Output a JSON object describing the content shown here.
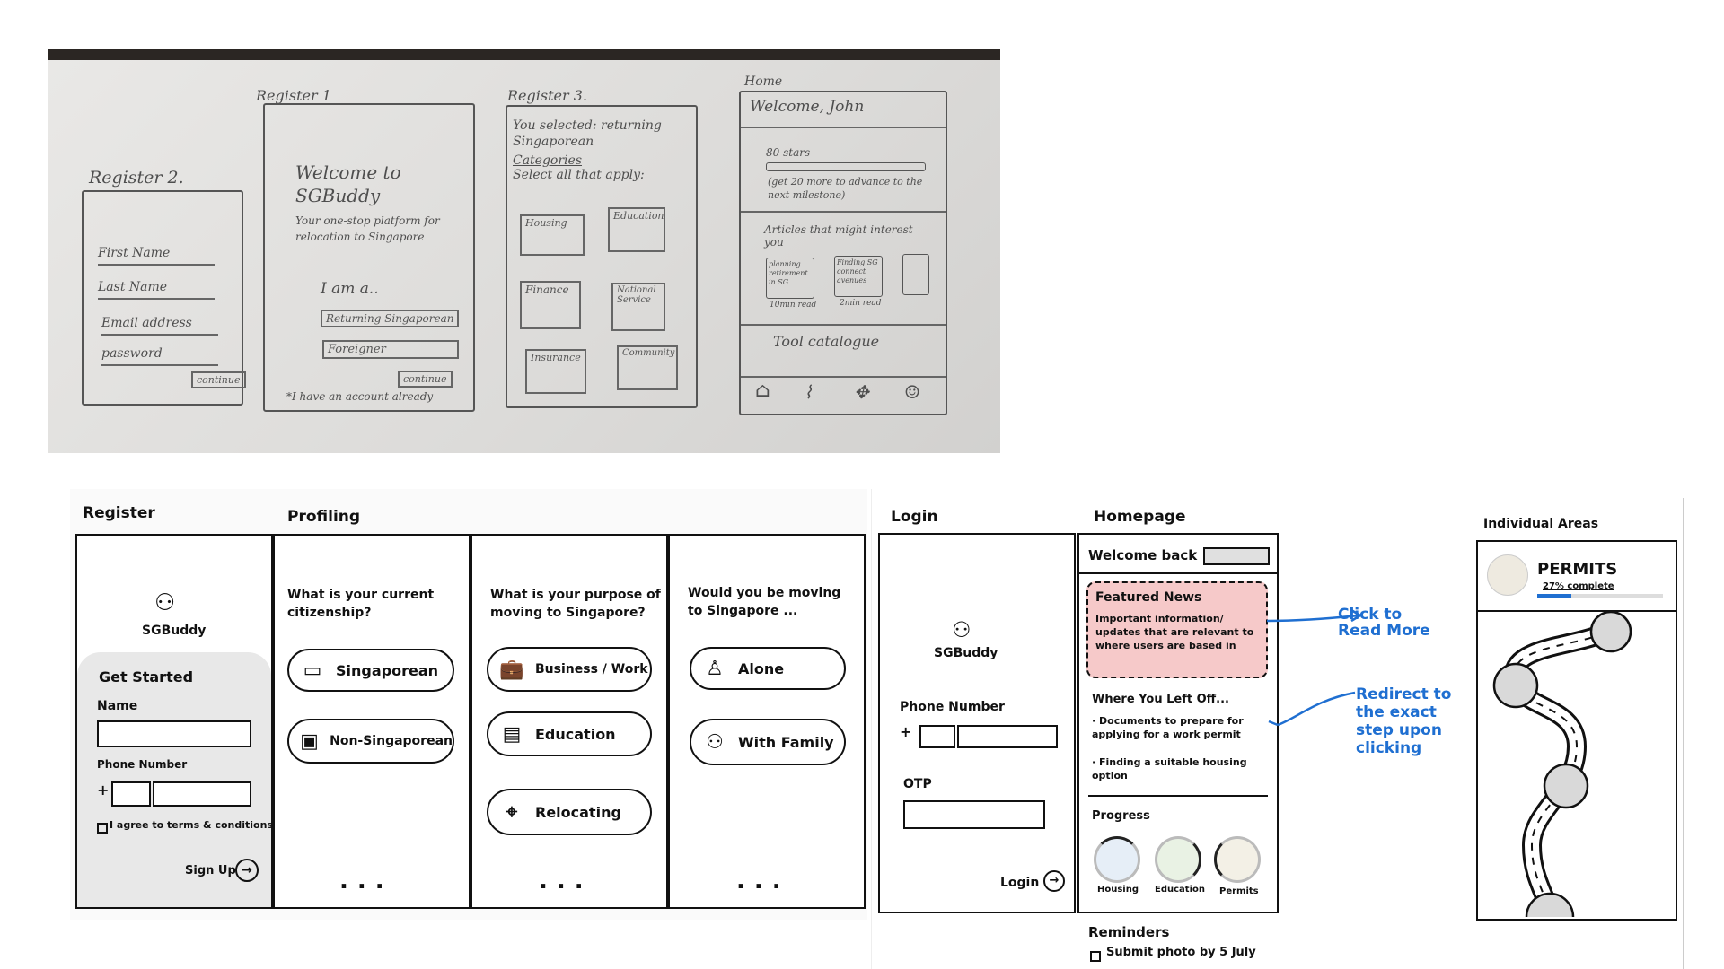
{
  "sketch": {
    "register2": {
      "title": "Register 2.",
      "fields": [
        "First Name",
        "Last Name",
        "Email address",
        "password"
      ],
      "button": "continue"
    },
    "register1": {
      "title": "Register 1",
      "welcome": "Welcome to SGBuddy",
      "tagline": "Your one-stop platform for relocation to Singapore",
      "iam": "I am a..",
      "options": [
        "Returning Singaporean",
        "Foreigner"
      ],
      "button": "continue",
      "footer": "*I have an account already"
    },
    "register3": {
      "title": "Register 3.",
      "selected": "You selected: returning Singaporean",
      "categories_label": "Categories",
      "instruction": "Select all that apply:",
      "tiles": [
        "Housing",
        "Education",
        "Finance",
        "National Service",
        "Insurance",
        "Community"
      ]
    },
    "home": {
      "title": "Home",
      "welcome": "Welcome, John",
      "stars": "80 stars",
      "progress_note": "(get 20 more to advance to the next milestone)",
      "articles_heading": "Articles that might interest you",
      "articles": [
        {
          "title": "planning retirement in SG",
          "meta": "10min read"
        },
        {
          "title": "Finding SG connect avenues",
          "meta": "2min read"
        }
      ],
      "tools_heading": "Tool catalogue"
    }
  },
  "wire": {
    "register": {
      "label": "Register",
      "brand": "SGBuddy",
      "card_title": "Get Started",
      "name_label": "Name",
      "phone_label": "Phone Number",
      "plus": "+",
      "agree": "I agree to terms & conditions",
      "signup": "Sign Up"
    },
    "profiling": {
      "label": "Profiling",
      "q1": "What is your current citizenship?",
      "q1_options": [
        "Singaporean",
        "Non-Singaporean"
      ],
      "q2": "What is your purpose of moving to Singapore?",
      "q2_options": [
        "Business / Work",
        "Education",
        "Relocating"
      ],
      "q3": "Would you be moving to Singapore ...",
      "q3_options": [
        "Alone",
        "With Family"
      ],
      "more": "..."
    },
    "login": {
      "label": "Login",
      "brand": "SGBuddy",
      "phone_label": "Phone Number",
      "plus": "+",
      "otp_label": "OTP",
      "button": "Login"
    },
    "homepage": {
      "label": "Homepage",
      "welcome": "Welcome back",
      "news_title": "Featured News",
      "news_body": "Important information/ updates that are relevant to where users are based in",
      "left_off_title": "Where You Left Off...",
      "left_off_items": [
        "Documents to prepare for applying for a work permit",
        "Finding a suitable housing option"
      ],
      "progress_title": "Progress",
      "progress_items": [
        "Housing",
        "Education",
        "Permits"
      ],
      "reminders_title": "Reminders",
      "reminder_item": "Submit photo by 5 July"
    },
    "annotations": {
      "click": "Click to Read More",
      "redirect": "Redirect to the exact step upon clicking"
    },
    "areas": {
      "label": "Individual Areas",
      "title": "PERMITS",
      "complete": "27% complete",
      "complete_fraction": 0.27
    }
  },
  "colors": {
    "news_fill": "#f6c9c9",
    "annotation_blue": "#1f6fd1",
    "card_grey": "#e8e8e8",
    "node_grey": "#d9d9d9"
  }
}
